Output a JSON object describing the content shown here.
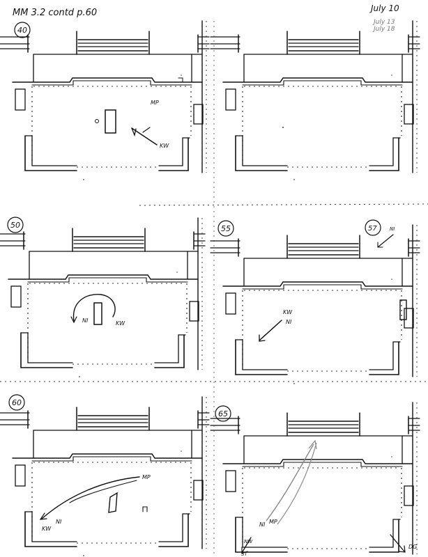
{
  "header": {
    "title": "MM 3.2 contd p.60",
    "date_main": "July 10",
    "date_extra_1": "July 13",
    "date_extra_2": "July 18"
  },
  "panels": [
    {
      "frame": "40",
      "extra_frame": "",
      "labels": [
        "MP",
        "KW"
      ]
    },
    {
      "frame": "",
      "extra_frame": "",
      "labels": []
    },
    {
      "frame": "50",
      "extra_frame": "",
      "labels": [
        "NI",
        "KW"
      ]
    },
    {
      "frame": "55",
      "extra_frame": "57",
      "labels": [
        "NI",
        "KW",
        "NI"
      ]
    },
    {
      "frame": "60",
      "extra_frame": "",
      "labels": [
        "MP",
        "KW",
        "NI"
      ]
    },
    {
      "frame": "65",
      "extra_frame": "",
      "labels": [
        "NI",
        "MP",
        "NW",
        "ST",
        "DG"
      ]
    }
  ]
}
